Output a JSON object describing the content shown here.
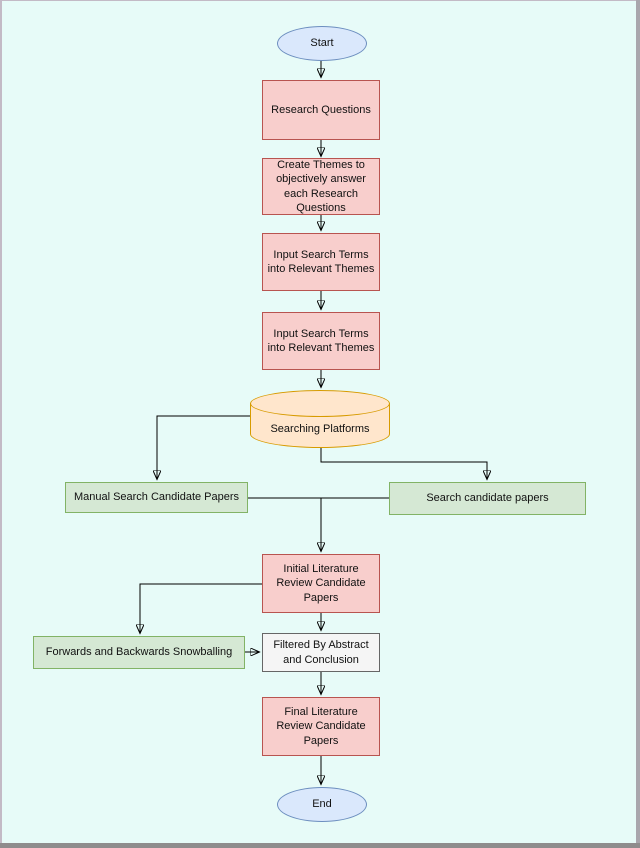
{
  "diagram": {
    "type": "flowchart",
    "nodes": {
      "start": {
        "label": "Start",
        "shape": "terminal"
      },
      "research": {
        "label": "Research Questions",
        "shape": "process"
      },
      "themes": {
        "label": "Create Themes to objectively answer each Research Questions",
        "shape": "process"
      },
      "input1": {
        "label": "Input Search Terms into Relevant Themes",
        "shape": "process"
      },
      "input2": {
        "label": "Input Search Terms into Relevant Themes",
        "shape": "process"
      },
      "platforms": {
        "label": "Searching Platforms",
        "shape": "database-cylinder"
      },
      "manual": {
        "label": "Manual Search Candidate Papers",
        "shape": "result"
      },
      "search": {
        "label": "Search candidate papers",
        "shape": "result"
      },
      "initial": {
        "label": "Initial Literature Review Candidate Papers",
        "shape": "process"
      },
      "snowball": {
        "label": "Forwards and Backwards Snowballing",
        "shape": "result"
      },
      "filtered": {
        "label": "Filtered By Abstract and Conclusion",
        "shape": "filter"
      },
      "final": {
        "label": "Final Literature Review Candidate Papers",
        "shape": "process"
      },
      "end": {
        "label": "End",
        "shape": "terminal"
      }
    },
    "edges": [
      {
        "from": "start",
        "to": "research",
        "arrow": true
      },
      {
        "from": "research",
        "to": "themes",
        "arrow": true
      },
      {
        "from": "themes",
        "to": "input1",
        "arrow": true
      },
      {
        "from": "input1",
        "to": "input2",
        "arrow": true
      },
      {
        "from": "input2",
        "to": "platforms",
        "arrow": true
      },
      {
        "from": "platforms",
        "to": "manual",
        "arrow": true
      },
      {
        "from": "platforms",
        "to": "search",
        "arrow": true
      },
      {
        "from": "manual",
        "to": "search",
        "arrow": false
      },
      {
        "from": "manual/search junction",
        "to": "initial",
        "arrow": true
      },
      {
        "from": "initial",
        "to": "snowball",
        "arrow": true
      },
      {
        "from": "initial",
        "to": "filtered",
        "arrow": true
      },
      {
        "from": "snowball",
        "to": "filtered",
        "arrow": true
      },
      {
        "from": "filtered",
        "to": "final",
        "arrow": true
      },
      {
        "from": "final",
        "to": "end",
        "arrow": true
      }
    ],
    "colors": {
      "background": "#e7fbf8",
      "terminal_fill": "#dae8fc",
      "terminal_stroke": "#6c8ebf",
      "process_fill": "#f8cecc",
      "process_stroke": "#b85450",
      "result_fill": "#d5e8d4",
      "result_stroke": "#82b366",
      "database_fill": "#ffe6cc",
      "database_stroke": "#d79b00",
      "filter_fill": "#f5f5f5",
      "filter_stroke": "#666666",
      "connector": "#000000"
    }
  }
}
